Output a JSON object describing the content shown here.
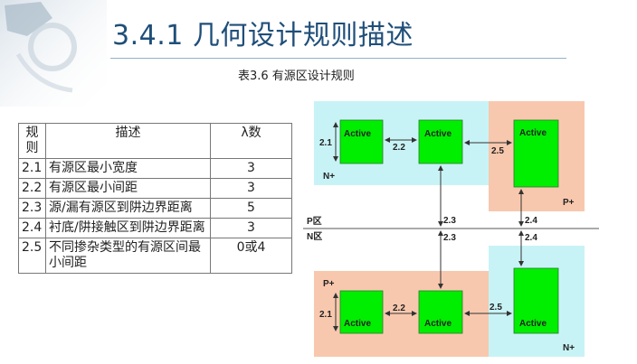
{
  "header": {
    "title": "3.4.1 几何设计规则描述",
    "caption": "表3.6 有源区设计规则"
  },
  "table": {
    "headers": [
      "规则",
      "描述",
      "λ数"
    ],
    "rows": [
      {
        "rule": "2.1",
        "desc": "有源区最小宽度",
        "lambda": "3"
      },
      {
        "rule": "2.2",
        "desc": "有源区最小间距",
        "lambda": "3"
      },
      {
        "rule": "2.3",
        "desc": "源/漏有源区到阱边界距离",
        "lambda": "5"
      },
      {
        "rule": "2.4",
        "desc": "衬底/阱接触区到阱边界距离",
        "lambda": "3"
      },
      {
        "rule": "2.5",
        "desc": "不同掺杂类型的有源区间最小间距",
        "lambda": "0或4"
      }
    ]
  },
  "diagram": {
    "active_label": "Active",
    "n_plus": "N+",
    "p_plus": "P+",
    "p_region": "P区",
    "n_region": "N区",
    "r21": "2.1",
    "r22": "2.2",
    "r23": "2.3",
    "r24": "2.4",
    "r25": "2.5",
    "colors": {
      "active": "#00ee00",
      "n_well": "#c8f3f6",
      "p_well": "#f8c8ae"
    }
  }
}
